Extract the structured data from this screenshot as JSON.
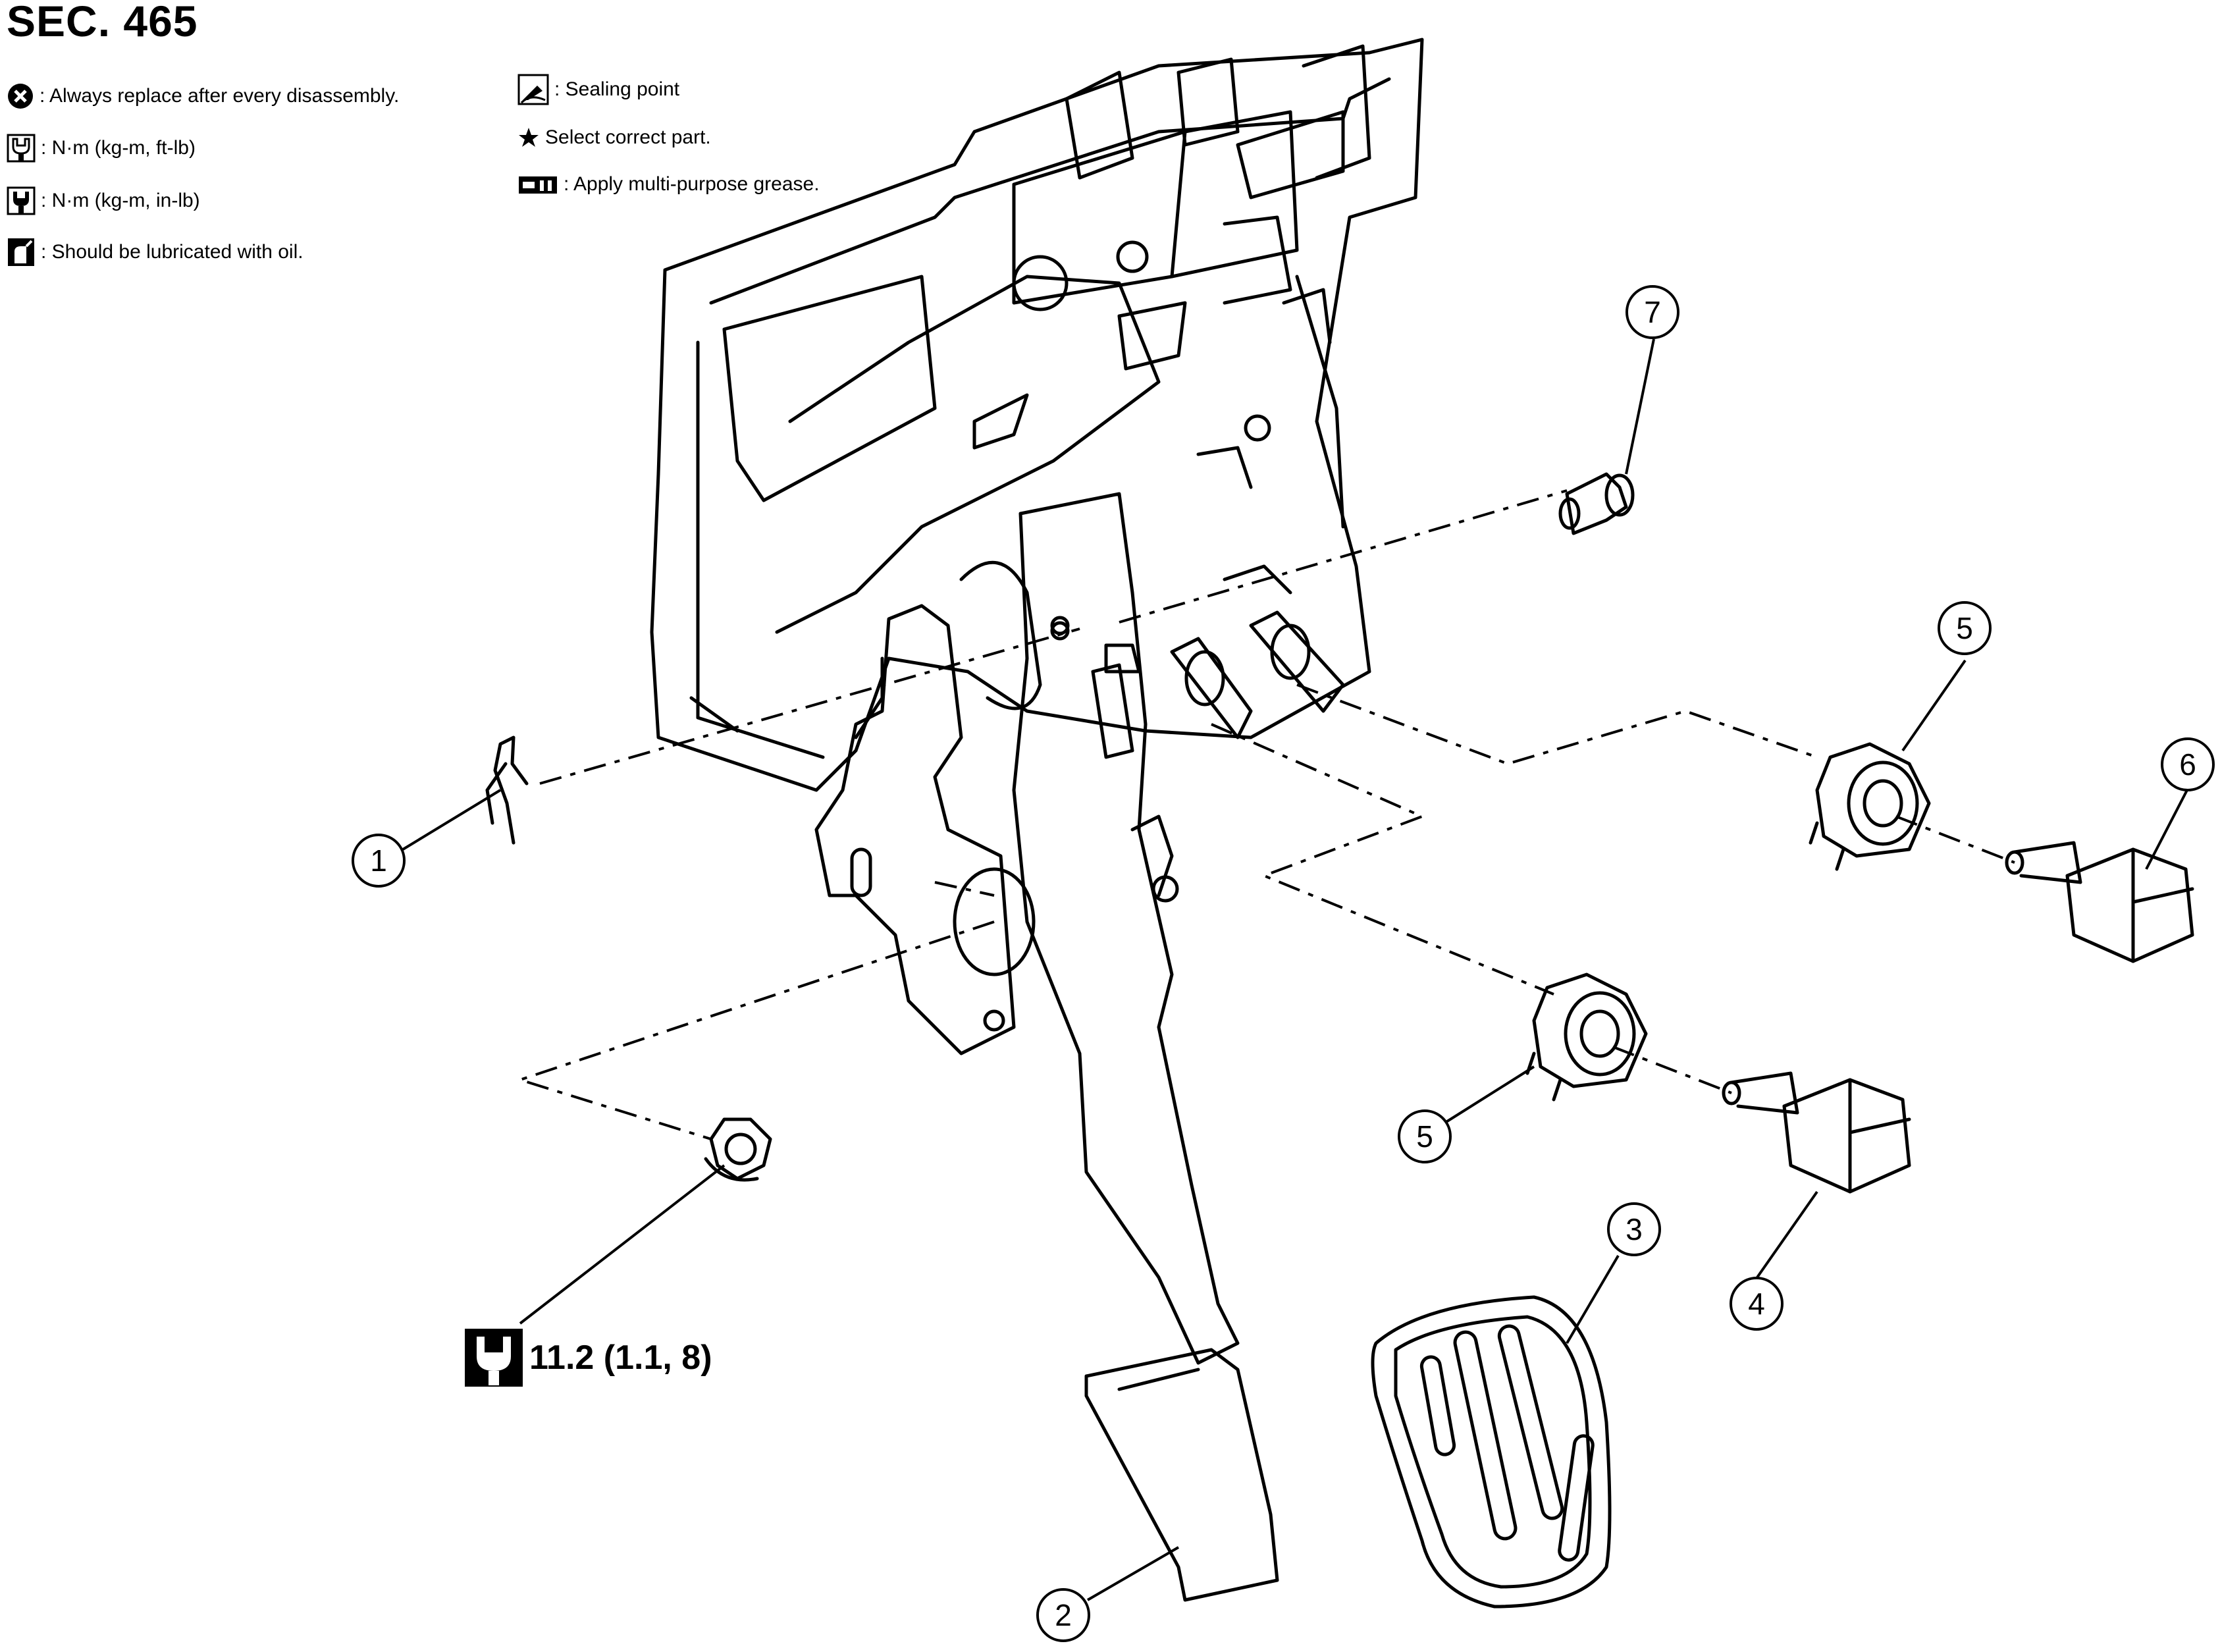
{
  "title": "SEC. 465",
  "legend": {
    "replace": ": Always replace after every disassembly.",
    "torque_ftlb": ": N·m (kg-m, ft-lb)",
    "torque_inlb": ": N·m (kg-m, in-lb)",
    "oil": ": Should be lubricated with oil.",
    "sealing": ": Sealing point",
    "select": "Select correct part.",
    "grease": ": Apply multi-purpose grease."
  },
  "torque_callout": "11.2 (1.1, 8)",
  "parts": {
    "p1": "1",
    "p2": "2",
    "p3": "3",
    "p4": "4",
    "p5a": "5",
    "p5b": "5",
    "p6": "6",
    "p7": "7"
  },
  "icons": {
    "replace": "x-circle-icon",
    "torque_ftlb": "wrench-ftlb-icon",
    "torque_inlb": "wrench-inlb-icon",
    "oil": "oil-can-icon",
    "sealing": "sealant-icon",
    "select": "star-icon",
    "grease": "grease-icon"
  }
}
